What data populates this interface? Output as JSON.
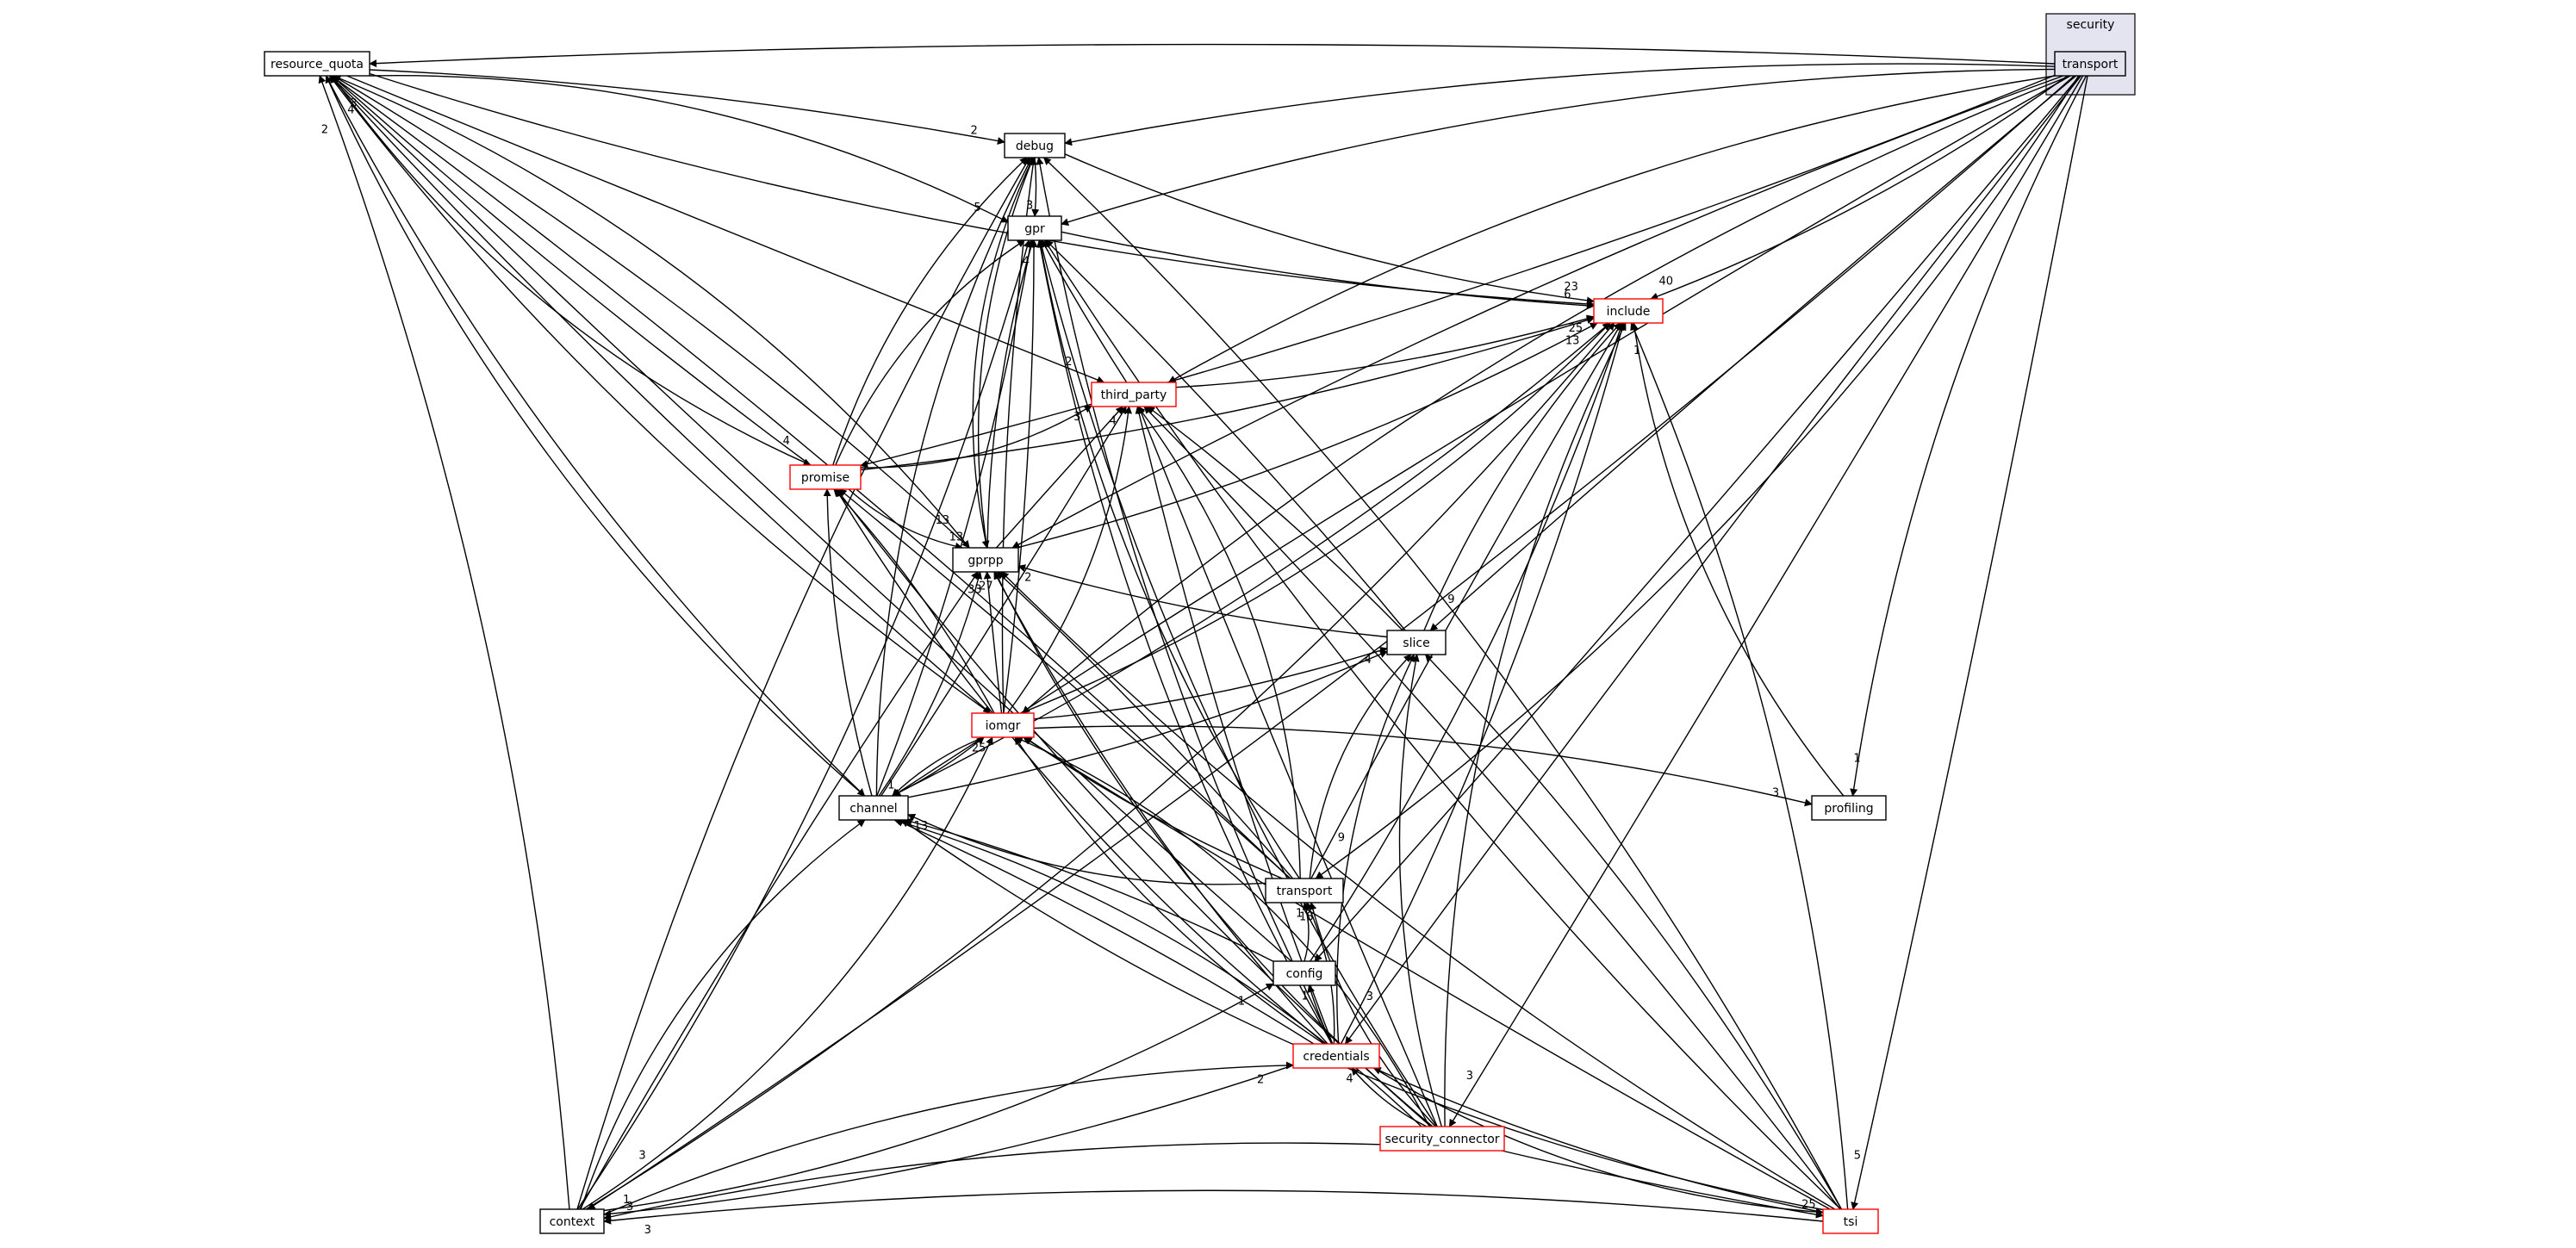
{
  "diagram": {
    "cluster": {
      "label": "security",
      "fill": "#e4e4f0",
      "stroke": "#000000"
    },
    "colors": {
      "red_border": "#ff0000",
      "black_border": "#000000",
      "edge": "#000000",
      "focus_fill": "#e4e4f0"
    },
    "nodes": [
      {
        "id": "transport_sec",
        "label": "transport",
        "style": "focus"
      },
      {
        "id": "resource_quota",
        "label": "resource_quota",
        "style": "black"
      },
      {
        "id": "debug",
        "label": "debug",
        "style": "black"
      },
      {
        "id": "gpr",
        "label": "gpr",
        "style": "black"
      },
      {
        "id": "include",
        "label": "include",
        "style": "red"
      },
      {
        "id": "third_party",
        "label": "third_party",
        "style": "red"
      },
      {
        "id": "promise",
        "label": "promise",
        "style": "red"
      },
      {
        "id": "gprpp",
        "label": "gprpp",
        "style": "black"
      },
      {
        "id": "slice",
        "label": "slice",
        "style": "black"
      },
      {
        "id": "iomgr",
        "label": "iomgr",
        "style": "red"
      },
      {
        "id": "profiling",
        "label": "profiling",
        "style": "black"
      },
      {
        "id": "channel",
        "label": "channel",
        "style": "black"
      },
      {
        "id": "transport",
        "label": "transport",
        "style": "black"
      },
      {
        "id": "config",
        "label": "config",
        "style": "black"
      },
      {
        "id": "credentials",
        "label": "credentials",
        "style": "red"
      },
      {
        "id": "security_connector",
        "label": "security_connector",
        "style": "red"
      },
      {
        "id": "context",
        "label": "context",
        "style": "black"
      },
      {
        "id": "tsi",
        "label": "tsi",
        "style": "red"
      }
    ],
    "edges": [
      {
        "from": "transport_sec",
        "to": "resource_quota"
      },
      {
        "from": "transport_sec",
        "to": "debug"
      },
      {
        "from": "transport_sec",
        "to": "gpr"
      },
      {
        "from": "transport_sec",
        "to": "include",
        "label": "40"
      },
      {
        "from": "transport_sec",
        "to": "third_party"
      },
      {
        "from": "transport_sec",
        "to": "promise"
      },
      {
        "from": "transport_sec",
        "to": "gprpp"
      },
      {
        "from": "transport_sec",
        "to": "slice",
        "label": "9"
      },
      {
        "from": "transport_sec",
        "to": "iomgr"
      },
      {
        "from": "transport_sec",
        "to": "profiling",
        "label": "1"
      },
      {
        "from": "transport_sec",
        "to": "channel"
      },
      {
        "from": "transport_sec",
        "to": "transport",
        "label": "9"
      },
      {
        "from": "transport_sec",
        "to": "config"
      },
      {
        "from": "transport_sec",
        "to": "credentials",
        "label": "3"
      },
      {
        "from": "transport_sec",
        "to": "security_connector",
        "label": "3"
      },
      {
        "from": "transport_sec",
        "to": "context",
        "label": "3"
      },
      {
        "from": "transport_sec",
        "to": "tsi",
        "label": "5"
      },
      {
        "from": "resource_quota",
        "to": "debug",
        "label": "2"
      },
      {
        "from": "resource_quota",
        "to": "gpr",
        "label": "5"
      },
      {
        "from": "resource_quota",
        "to": "include"
      },
      {
        "from": "resource_quota",
        "to": "third_party",
        "label": "2"
      },
      {
        "from": "resource_quota",
        "to": "promise",
        "label": "4"
      },
      {
        "from": "resource_quota",
        "to": "gprpp",
        "label": "13"
      },
      {
        "from": "resource_quota",
        "to": "iomgr"
      },
      {
        "from": "resource_quota",
        "to": "channel"
      },
      {
        "from": "debug",
        "to": "gpr",
        "label": "3"
      },
      {
        "from": "debug",
        "to": "include",
        "label": "23"
      },
      {
        "from": "debug",
        "to": "gprpp"
      },
      {
        "from": "gpr",
        "to": "include",
        "label": "6"
      },
      {
        "from": "third_party",
        "to": "gpr"
      },
      {
        "from": "third_party",
        "to": "include",
        "label": "25"
      },
      {
        "from": "promise",
        "to": "gpr"
      },
      {
        "from": "promise",
        "to": "third_party",
        "label": "3"
      },
      {
        "from": "promise",
        "to": "include"
      },
      {
        "from": "promise",
        "to": "gprpp",
        "label": "13"
      },
      {
        "from": "promise",
        "to": "resource_quota"
      },
      {
        "from": "promise",
        "to": "debug"
      },
      {
        "from": "gprpp",
        "to": "gpr",
        "label": "4"
      },
      {
        "from": "gprpp",
        "to": "include",
        "label": "13"
      },
      {
        "from": "gprpp",
        "to": "third_party",
        "label": "4"
      },
      {
        "from": "gprpp",
        "to": "resource_quota",
        "label": "3"
      },
      {
        "from": "gprpp",
        "to": "debug"
      },
      {
        "from": "slice",
        "to": "gpr"
      },
      {
        "from": "slice",
        "to": "include"
      },
      {
        "from": "slice",
        "to": "third_party"
      },
      {
        "from": "slice",
        "to": "gprpp",
        "label": "2"
      },
      {
        "from": "iomgr",
        "to": "resource_quota",
        "label": "4"
      },
      {
        "from": "iomgr",
        "to": "debug"
      },
      {
        "from": "iomgr",
        "to": "gpr"
      },
      {
        "from": "iomgr",
        "to": "include"
      },
      {
        "from": "iomgr",
        "to": "third_party"
      },
      {
        "from": "iomgr",
        "to": "promise"
      },
      {
        "from": "iomgr",
        "to": "gprpp",
        "label": "27"
      },
      {
        "from": "iomgr",
        "to": "slice",
        "label": "4"
      },
      {
        "from": "iomgr",
        "to": "profiling",
        "label": "3"
      },
      {
        "from": "iomgr",
        "to": "channel",
        "label": "1"
      },
      {
        "from": "profiling",
        "to": "include",
        "label": "1"
      },
      {
        "from": "channel",
        "to": "resource_quota"
      },
      {
        "from": "channel",
        "to": "debug"
      },
      {
        "from": "channel",
        "to": "gpr"
      },
      {
        "from": "channel",
        "to": "include"
      },
      {
        "from": "channel",
        "to": "third_party"
      },
      {
        "from": "channel",
        "to": "promise"
      },
      {
        "from": "channel",
        "to": "gprpp",
        "label": "33"
      },
      {
        "from": "channel",
        "to": "slice"
      },
      {
        "from": "channel",
        "to": "iomgr",
        "label": "25"
      },
      {
        "from": "transport",
        "to": "resource_quota"
      },
      {
        "from": "transport",
        "to": "gpr"
      },
      {
        "from": "transport",
        "to": "include"
      },
      {
        "from": "transport",
        "to": "third_party"
      },
      {
        "from": "transport",
        "to": "promise"
      },
      {
        "from": "transport",
        "to": "gprpp"
      },
      {
        "from": "transport",
        "to": "slice"
      },
      {
        "from": "transport",
        "to": "iomgr"
      },
      {
        "from": "transport",
        "to": "channel",
        "label": "13"
      },
      {
        "from": "config",
        "to": "include"
      },
      {
        "from": "config",
        "to": "channel"
      },
      {
        "from": "config",
        "to": "transport",
        "label": "1"
      },
      {
        "from": "config",
        "to": "resource_quota"
      },
      {
        "from": "credentials",
        "to": "debug"
      },
      {
        "from": "credentials",
        "to": "gpr"
      },
      {
        "from": "credentials",
        "to": "include"
      },
      {
        "from": "credentials",
        "to": "third_party"
      },
      {
        "from": "credentials",
        "to": "promise"
      },
      {
        "from": "credentials",
        "to": "gprpp"
      },
      {
        "from": "credentials",
        "to": "slice"
      },
      {
        "from": "credentials",
        "to": "iomgr"
      },
      {
        "from": "credentials",
        "to": "channel"
      },
      {
        "from": "credentials",
        "to": "transport",
        "label": "18"
      },
      {
        "from": "credentials",
        "to": "config",
        "label": "1"
      },
      {
        "from": "credentials",
        "to": "context",
        "label": "1"
      },
      {
        "from": "credentials",
        "to": "tsi"
      },
      {
        "from": "security_connector",
        "to": "gpr"
      },
      {
        "from": "security_connector",
        "to": "include"
      },
      {
        "from": "security_connector",
        "to": "third_party"
      },
      {
        "from": "security_connector",
        "to": "promise"
      },
      {
        "from": "security_connector",
        "to": "gprpp"
      },
      {
        "from": "security_connector",
        "to": "slice"
      },
      {
        "from": "security_connector",
        "to": "iomgr"
      },
      {
        "from": "security_connector",
        "to": "channel"
      },
      {
        "from": "security_connector",
        "to": "transport"
      },
      {
        "from": "security_connector",
        "to": "credentials",
        "label": "4"
      },
      {
        "from": "security_connector",
        "to": "context",
        "label": "3"
      },
      {
        "from": "security_connector",
        "to": "tsi",
        "label": "25"
      },
      {
        "from": "context",
        "to": "resource_quota",
        "label": "2"
      },
      {
        "from": "context",
        "to": "debug"
      },
      {
        "from": "context",
        "to": "gpr"
      },
      {
        "from": "context",
        "to": "include"
      },
      {
        "from": "context",
        "to": "gprpp"
      },
      {
        "from": "context",
        "to": "iomgr"
      },
      {
        "from": "context",
        "to": "channel"
      },
      {
        "from": "context",
        "to": "config",
        "label": "1"
      },
      {
        "from": "context",
        "to": "credentials",
        "label": "2"
      },
      {
        "from": "tsi",
        "to": "gpr"
      },
      {
        "from": "tsi",
        "to": "debug"
      },
      {
        "from": "tsi",
        "to": "include"
      },
      {
        "from": "tsi",
        "to": "third_party"
      },
      {
        "from": "tsi",
        "to": "gprpp"
      },
      {
        "from": "tsi",
        "to": "slice"
      },
      {
        "from": "tsi",
        "to": "iomgr"
      },
      {
        "from": "tsi",
        "to": "channel"
      },
      {
        "from": "tsi",
        "to": "credentials"
      },
      {
        "from": "tsi",
        "to": "context",
        "label": "3"
      }
    ]
  }
}
